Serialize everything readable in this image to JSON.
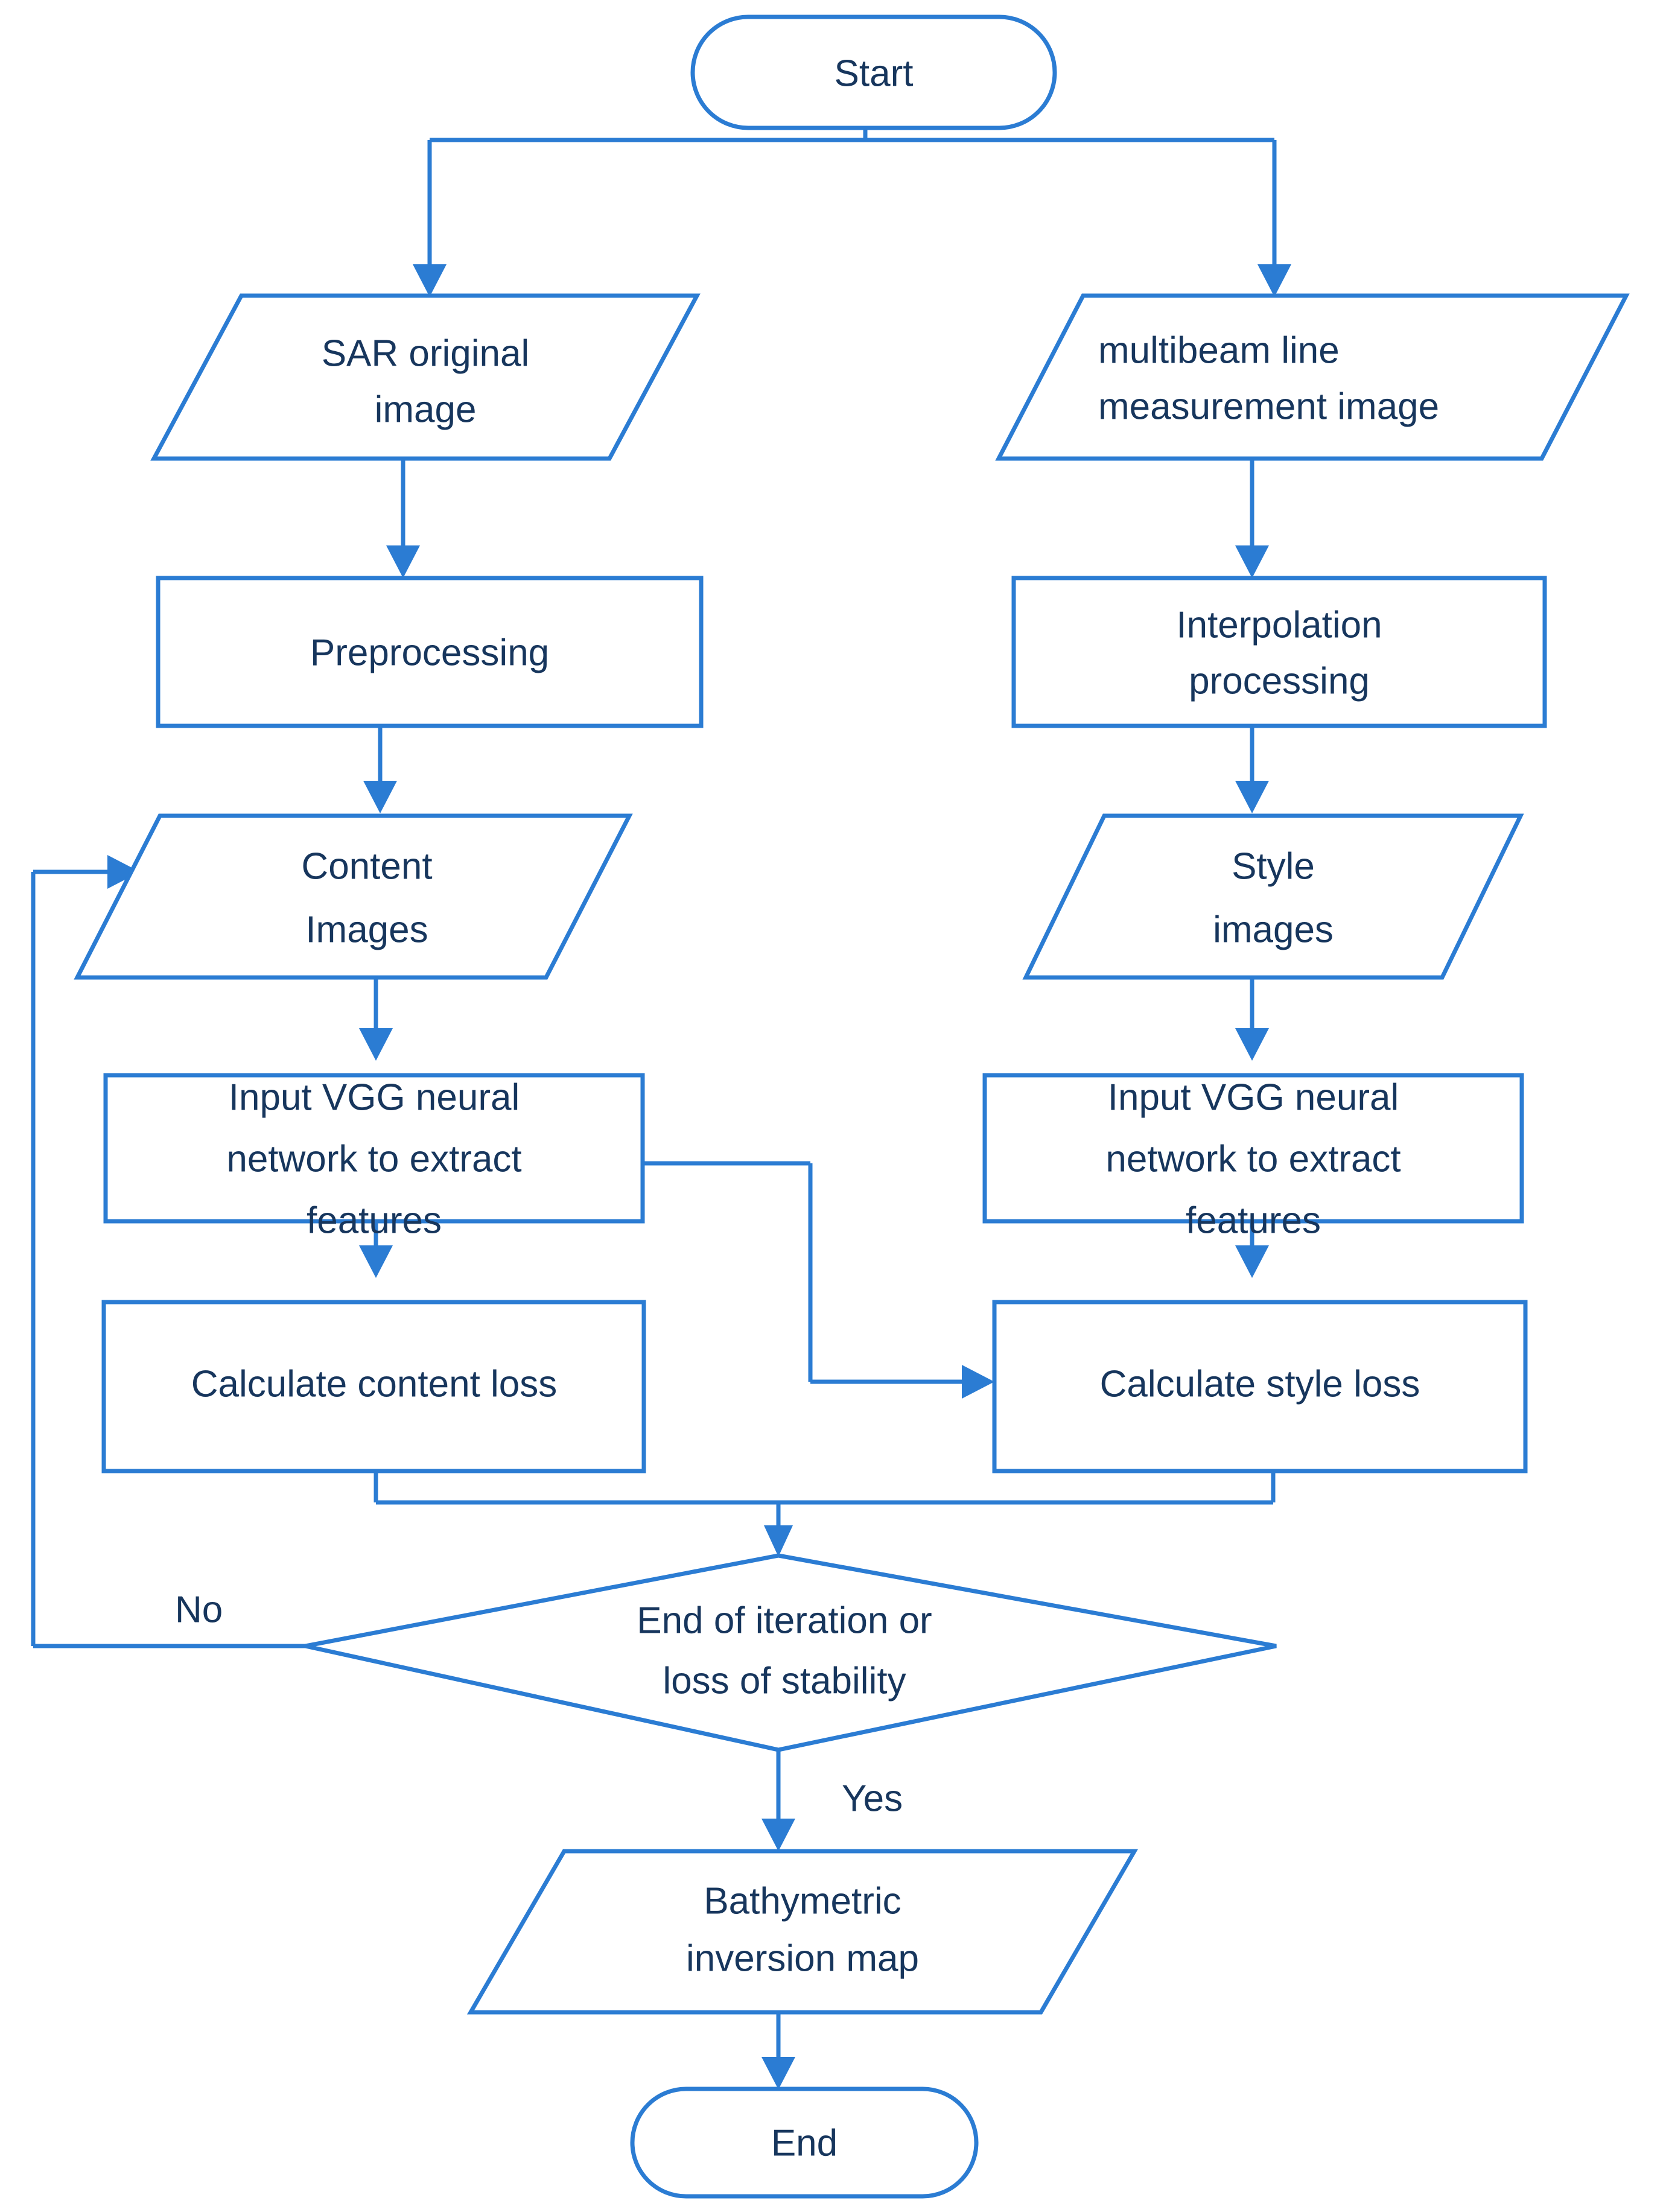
{
  "diagram": {
    "title": "SAR bathymetric inversion style-transfer workflow",
    "accent_color": "#2b7cd3",
    "text_color": "#17365d",
    "background_color": "#ffffff"
  },
  "nodes": {
    "start": {
      "label": "Start",
      "shape": "terminator"
    },
    "sar_image": {
      "line1": "SAR original",
      "line2": "image",
      "shape": "data-parallelogram"
    },
    "multibeam": {
      "line1": "multibeam line",
      "line2": "measurement image",
      "shape": "data-parallelogram"
    },
    "preprocessing": {
      "label": "Preprocessing",
      "shape": "process"
    },
    "interpolation": {
      "line1": "Interpolation",
      "line2": "processing",
      "shape": "process"
    },
    "content_images": {
      "line1": "Content",
      "line2": "Images",
      "shape": "data-parallelogram"
    },
    "style_images": {
      "line1": "Style",
      "line2": "images",
      "shape": "data-parallelogram"
    },
    "vgg_left": {
      "line1": "Input VGG neural",
      "line2": "network to extract",
      "line3": "features",
      "shape": "process"
    },
    "vgg_right": {
      "line1": "Input VGG neural",
      "line2": "network to extract",
      "line3": "features",
      "shape": "process"
    },
    "content_loss": {
      "label": "Calculate content loss",
      "shape": "process"
    },
    "style_loss": {
      "label": "Calculate style loss",
      "shape": "process"
    },
    "decision": {
      "line1": "End of iteration or",
      "line2": "loss of stability",
      "shape": "decision"
    },
    "bathymetric": {
      "line1": "Bathymetric",
      "line2": "inversion map",
      "shape": "data-parallelogram"
    },
    "end": {
      "label": "End",
      "shape": "terminator"
    }
  },
  "edges": {
    "no_label": "No",
    "yes_label": "Yes"
  }
}
